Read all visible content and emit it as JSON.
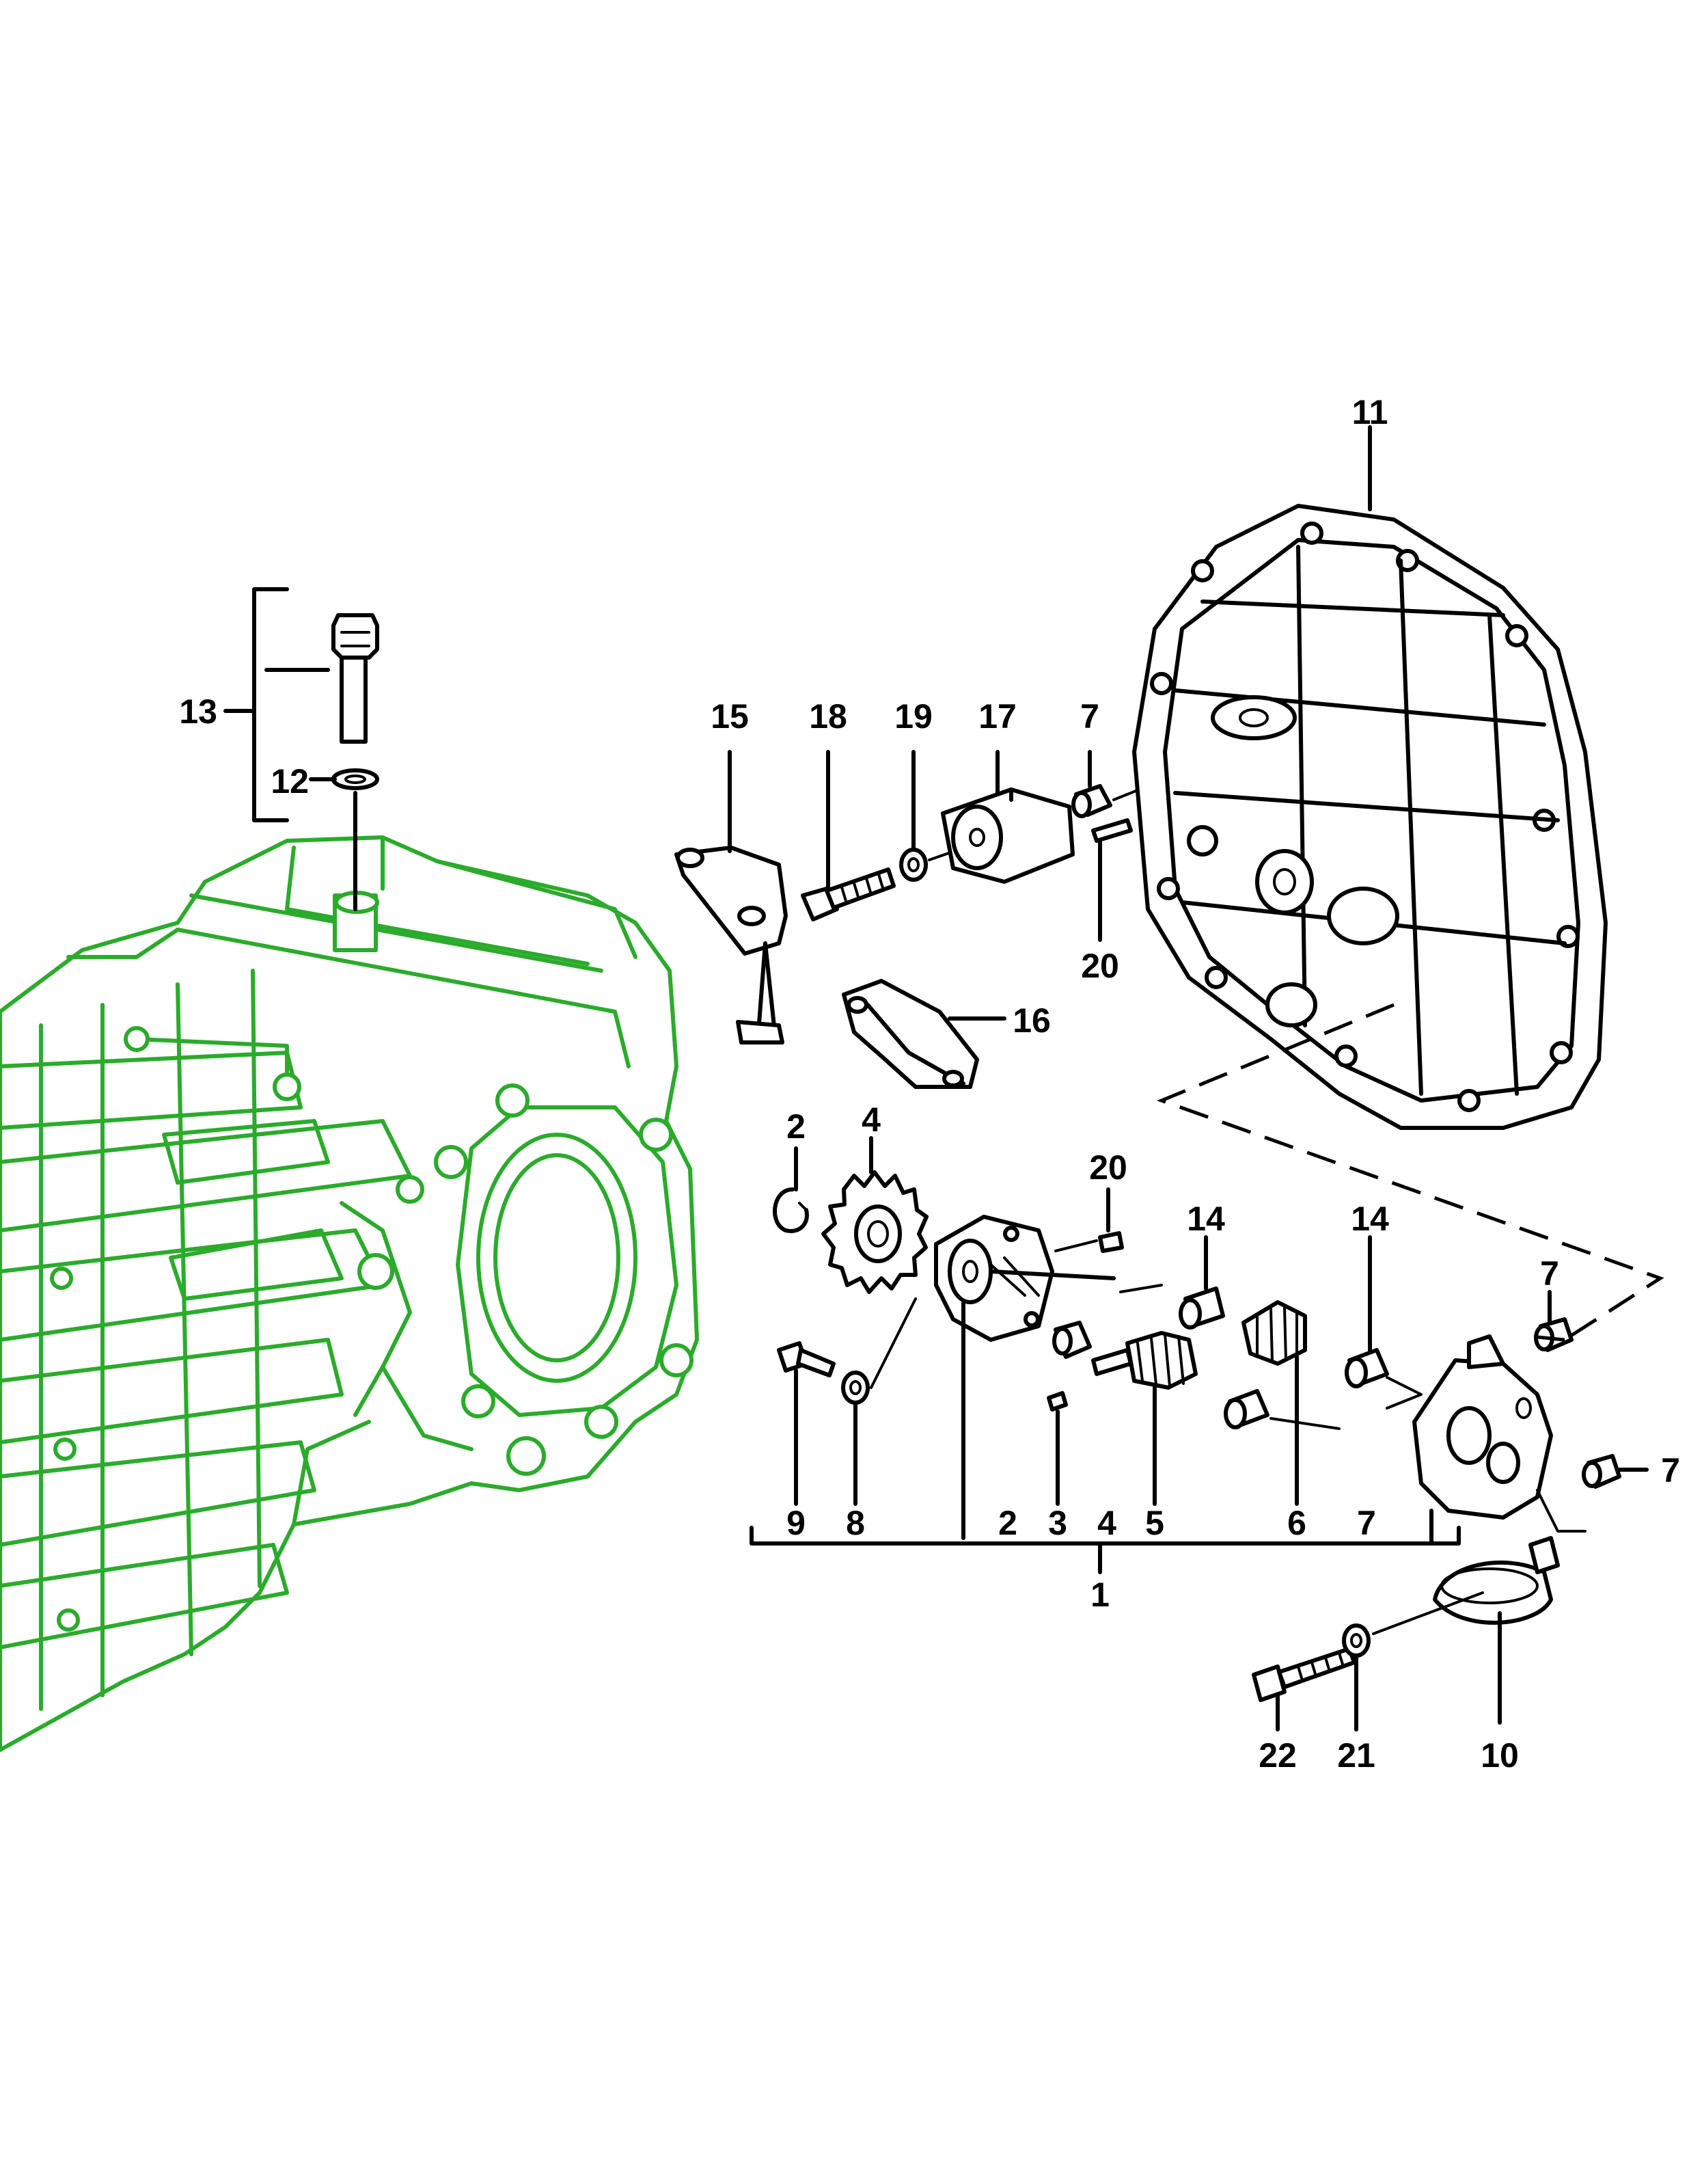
{
  "labels": {
    "l1": "1",
    "l2a": "2",
    "l2b": "2",
    "l3": "3",
    "l4a": "4",
    "l4b": "4",
    "l5": "5",
    "l6": "6",
    "l7a": "7",
    "l7b": "7",
    "l7c": "7",
    "l7d": "7",
    "l8": "8",
    "l9": "9",
    "l10": "10",
    "l11": "11",
    "l12": "12",
    "l13": "13",
    "l14a": "14",
    "l14b": "14",
    "l15": "15",
    "l16": "16",
    "l17": "17",
    "l18": "18",
    "l19": "19",
    "l20a": "20",
    "l20b": "20",
    "l21": "21",
    "l22": "22"
  },
  "colors": {
    "highlight": "#2bab2b",
    "ink": "#000000"
  }
}
